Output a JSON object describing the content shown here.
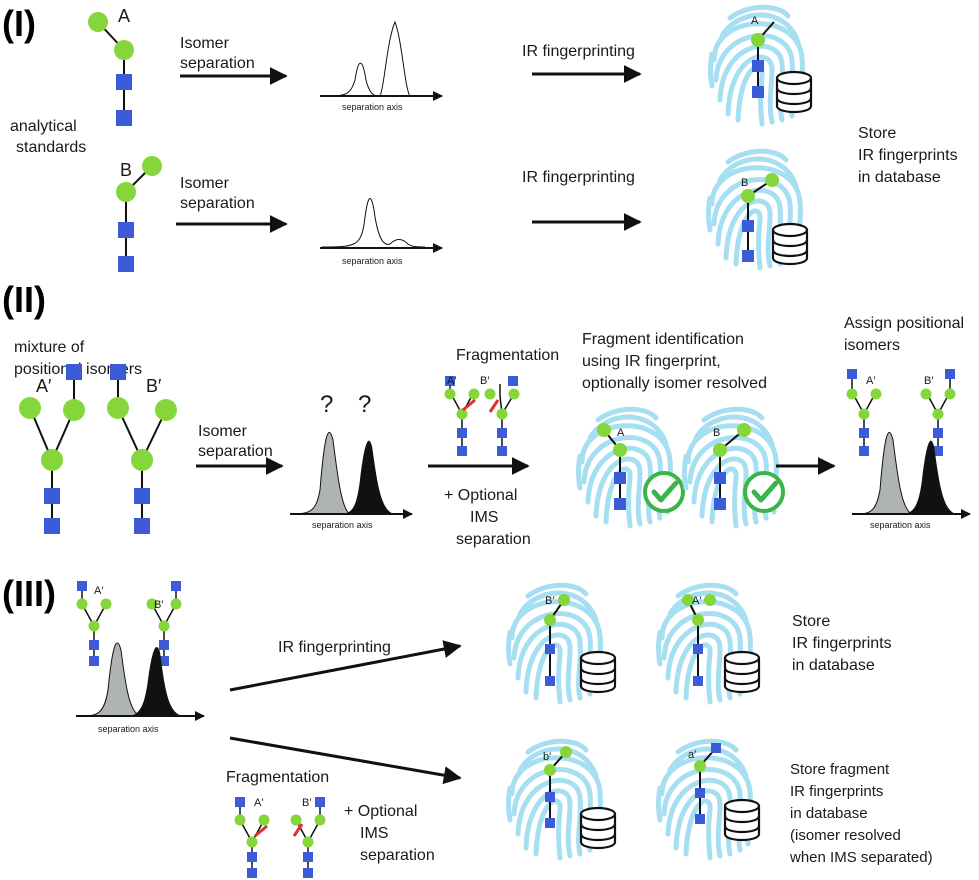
{
  "colors": {
    "galactose_green": "#84d63a",
    "glcnac_blue": "#3b5bd9",
    "fingerprint_blue": "#a6def2",
    "check_green": "#39b54a",
    "cleave_red": "#e0312b",
    "peak_grey": "#b0b4b0",
    "peak_black": "#111111"
  },
  "section_I": {
    "label": "(I)",
    "glycan_a_label": "A",
    "glycan_b_label": "B",
    "standards_label": [
      "analytical",
      "standards"
    ],
    "step1_label": [
      "Isomer",
      "separation"
    ],
    "step2_label": "IR fingerprinting",
    "axis_label": "separation axis",
    "fp_a_label": "A",
    "fp_b_label": "B",
    "store_label": [
      "Store",
      "IR fingerprints",
      "in database"
    ],
    "icons": [
      "fingerprint-icon",
      "database-icon"
    ]
  },
  "section_II": {
    "label": "(II)",
    "mixture_label": [
      "mixture of",
      "positional isomers"
    ],
    "glycan_a_label": "A′",
    "glycan_b_label": "B′",
    "step1_label": [
      "Isomer",
      "separation"
    ],
    "question_marks": [
      "?",
      "?"
    ],
    "axis_label": "separation axis",
    "fragmentation_label": "Fragmentation",
    "frag_a_label": "A′",
    "frag_b_label": "B′",
    "optional_label": [
      "+ Optional",
      "IMS",
      "separation"
    ],
    "identification_label": [
      "Fragment identification",
      "using IR fingerprint,",
      "optionally isomer resolved"
    ],
    "fp_a_label": "A",
    "fp_b_label": "B",
    "assign_label": [
      "Assign positional",
      "isomers"
    ],
    "assign_a_label": "A′",
    "assign_b_label": "B′",
    "icons": [
      "fingerprint-icon",
      "check-icon"
    ]
  },
  "section_III": {
    "label": "(III)",
    "glycan_a_label": "A′",
    "glycan_b_label": "B′",
    "axis_label": "separation axis",
    "step_top_label": "IR fingerprinting",
    "fp_top1_label": "B′",
    "fp_top2_label": "A′",
    "store_top_label": [
      "Store",
      "IR fingerprints",
      "in database"
    ],
    "fragmentation_label": "Fragmentation",
    "frag_a_label": "A′",
    "frag_b_label": "B′",
    "optional_label": [
      "+ Optional",
      "IMS",
      "separation"
    ],
    "fp_bot1_label": "b′",
    "fp_bot2_label": "a′",
    "store_bot_label": [
      "Store fragment",
      "IR fingerprints",
      "in database",
      "(isomer resolved",
      "when IMS separated)"
    ],
    "icons": [
      "fingerprint-icon",
      "database-icon"
    ]
  }
}
